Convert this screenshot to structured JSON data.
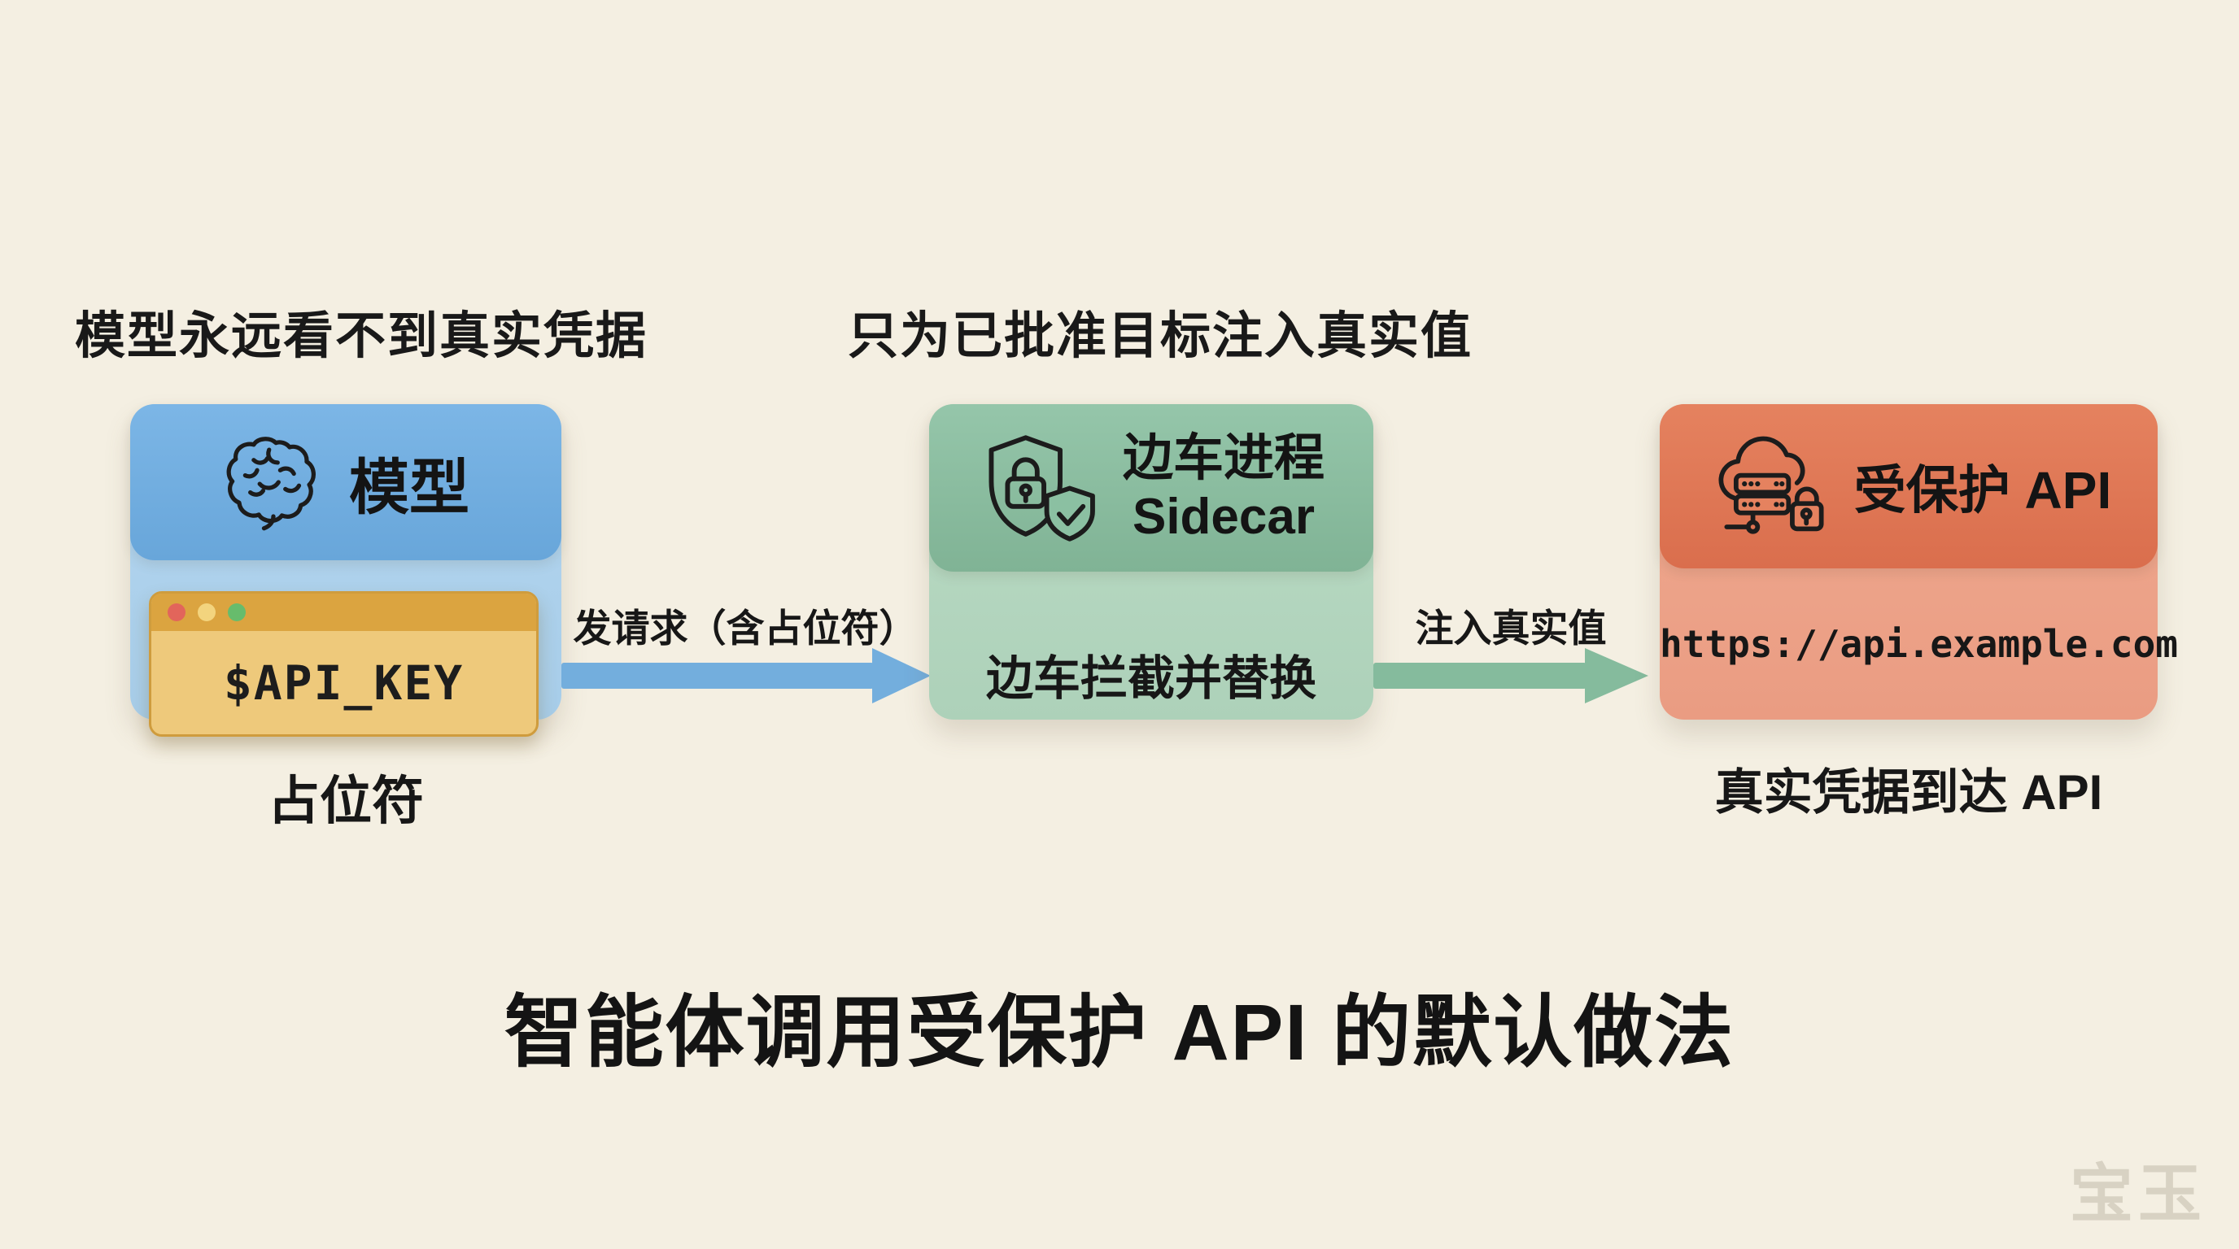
{
  "page": {
    "background_color": "#f4efe2",
    "text_color": "#1c1c1c",
    "watermark": "宝玉",
    "watermark_color": "#d8d2c3"
  },
  "annotations": {
    "left_note": "模型永远看不到真实凭据",
    "middle_note": "只为已批准目标注入真实值"
  },
  "nodes": {
    "model": {
      "title": "模型",
      "icon": "brain-icon",
      "header_color": "#6fabdf",
      "body_color": "#abd0ea",
      "terminal": {
        "text": "$API_KEY",
        "titlebar_color": "#dba440",
        "body_color": "#eec97b",
        "dot_colors": [
          "#e2655b",
          "#f3d47e",
          "#67bc6c"
        ]
      },
      "caption": "占位符"
    },
    "sidecar": {
      "title_line1": "边车进程",
      "title_line2": "Sidecar",
      "icon": "shield-lock-icon",
      "header_color": "#8bc0a2",
      "body_color": "#b5d7c0",
      "body_text": "边车拦截并替换"
    },
    "api": {
      "title": "受保护 API",
      "icon": "cloud-server-lock-icon",
      "header_color": "#e07a58",
      "body_color": "#eea58c",
      "url": "https://api.example.com",
      "caption": "真实凭据到达 API"
    }
  },
  "arrows": {
    "request": {
      "label": "发请求（含占位符）",
      "color": "#73aedd",
      "direction": "right"
    },
    "inject": {
      "label": "注入真实值",
      "color": "#85bb9d",
      "direction": "right"
    }
  },
  "title": "智能体调用受保护 API 的默认做法"
}
